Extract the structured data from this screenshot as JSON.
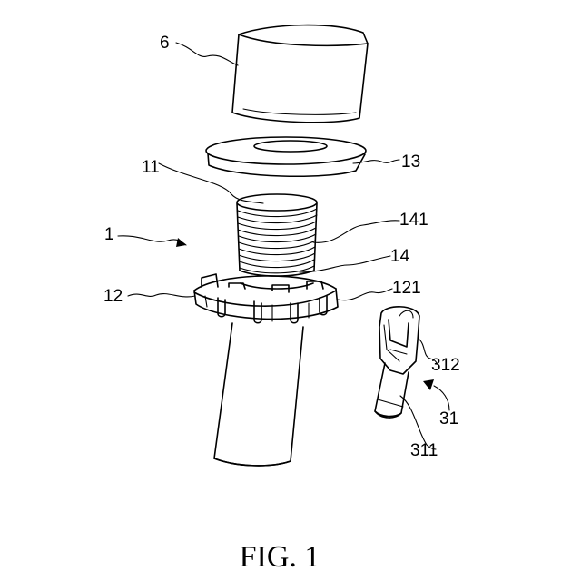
{
  "figure": {
    "caption": "FIG. 1",
    "labels": {
      "cap": "6",
      "nut": "13",
      "threaded_end": "11",
      "assembly": "1",
      "threads": "141",
      "neck": "14",
      "collar": "12",
      "collar_notch": "121",
      "clip_body": "312",
      "clip": "31",
      "clip_pin": "311"
    }
  }
}
